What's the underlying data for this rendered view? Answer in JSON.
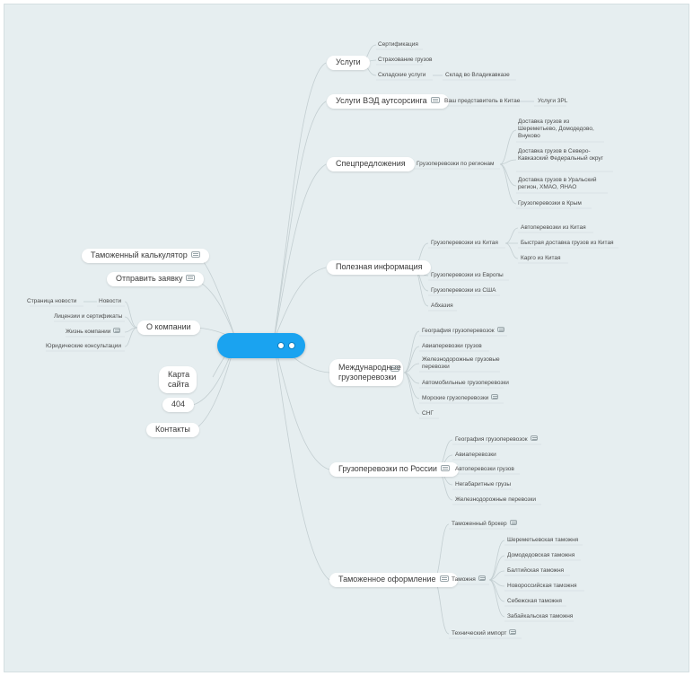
{
  "root": {
    "label": ""
  },
  "main": {
    "uslugi": "Услуги",
    "ved": "Услуги ВЭД аутсорсинга",
    "spec": "Спецпредложения",
    "polez": "Полезная информация",
    "mezhd": "Международные грузоперевозки",
    "rossii": "Грузоперевозки по России",
    "tamozh": "Таможенное оформление",
    "calc": "Таможенный калькулятор",
    "zayavka": "Отправить заявку",
    "okompanii": "О компании",
    "karta": "Карта сайта",
    "e404": "404",
    "kontakty": "Контакты"
  },
  "sub": {
    "sertif": "Сертификация",
    "strah": "Страхование грузов",
    "sklad": "Складские услуги",
    "sklad_vlad": "Склад во Владикавказе",
    "predst": "Ваш представитель в Китае",
    "uslugi3pl": "Услуги 3PL",
    "po_reg": "Грузоперевозки по регионам",
    "dost_sher": "Доставка грузов из Шереметьево, Домодедово, Внуково",
    "dost_skfo": "Доставка грузов в Северо-Кавказский Федеральный округ",
    "dost_ural": "Доставка грузов в Уральский регион, ХМАО, ЯНАО",
    "krym": "Грузоперевозки в Крым",
    "iz_kitaya": "Грузоперевозки из Китая",
    "avto_kit": "Автоперевозки из Китая",
    "bystr_kit": "Быстрая доставка грузов из Китая",
    "kargo": "Карго из Китая",
    "evropa": "Грузоперевозки из Европы",
    "ssha": "Грузоперевозки из США",
    "abhaz": "Абхазия",
    "geo_m": "География грузоперевозок",
    "avia_m": "Авиаперевозки грузов",
    "zhd_m": "Железнодорожные грузовые перевозки",
    "avto_m": "Автомобильные грузоперевозки",
    "more_m": "Морские грузоперевозки",
    "sng": "СНГ",
    "geo_r": "География грузоперевозок",
    "avia_r": "Авиаперевозки",
    "avto_r": "Автоперевозки грузов",
    "negab": "Негабаритные грузы",
    "zhd_r": "Железнодорожные перевозки",
    "broker": "Таможенный брокер",
    "tamozhni": "Таможня",
    "sher": "Шереметьевская таможня",
    "domod": "Домодедовская таможня",
    "balt": "Балтийская таможня",
    "novor": "Новороссийская таможня",
    "sebezh": "Себежская таможня",
    "zabaik": "Забайкальская таможня",
    "tech": "Технический импорт",
    "novosti": "Новости",
    "str_nov": "Страница новости",
    "licen": "Лицензии и сертификаты",
    "zhizn": "Жизнь компании",
    "yurid": "Юридические консультации"
  }
}
